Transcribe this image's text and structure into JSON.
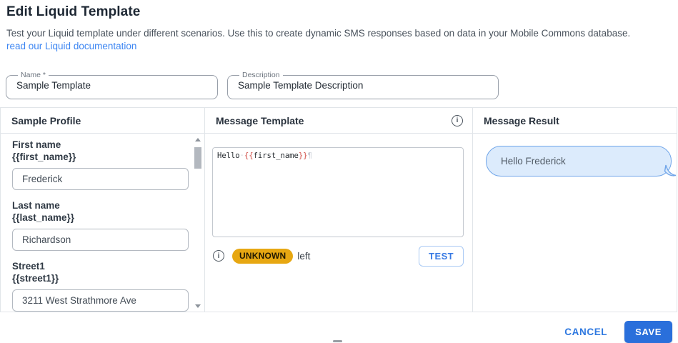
{
  "page": {
    "title": "Edit Liquid Template",
    "subtitle": "Test your Liquid template under different scenarios. Use this to create dynamic SMS responses based on data in your Mobile Commons database.",
    "doc_link": "read our Liquid documentation"
  },
  "form": {
    "name_field": {
      "label": "Name *",
      "value": "Sample Template"
    },
    "description_field": {
      "label": "Description",
      "value": "Sample Template Description"
    }
  },
  "columns": {
    "profile": {
      "header": "Sample Profile",
      "fields": [
        {
          "label": "First name",
          "variable": "{{first_name}}",
          "value": "Frederick"
        },
        {
          "label": "Last name",
          "variable": "{{last_name}}",
          "value": "Richardson"
        },
        {
          "label": "Street1",
          "variable": "{{street1}}",
          "value": "3211 West Strathmore Ave"
        }
      ]
    },
    "template": {
      "header": "Message Template",
      "code_tokens": [
        "Hello",
        "·",
        "{{",
        "first_name",
        "}}",
        "¶"
      ],
      "status": {
        "badge": "UNKNOWN",
        "suffix": "left"
      },
      "test_button": "TEST"
    },
    "result": {
      "header": "Message Result",
      "bubble_text": "Hello Frederick"
    }
  },
  "footer": {
    "cancel": "CANCEL",
    "save": "SAVE"
  },
  "icons": {
    "info": "i",
    "scroll_up": "up-triangle",
    "scroll_down": "down-triangle"
  },
  "colors": {
    "primary_blue": "#2a6fdb",
    "link_blue": "#3d86f2",
    "badge_amber": "#e7a712",
    "bubble_fill": "#dcebfc",
    "bubble_border": "#70a5e9",
    "code_red": "#cf4a43",
    "border_gray": "#e1e5e9"
  }
}
